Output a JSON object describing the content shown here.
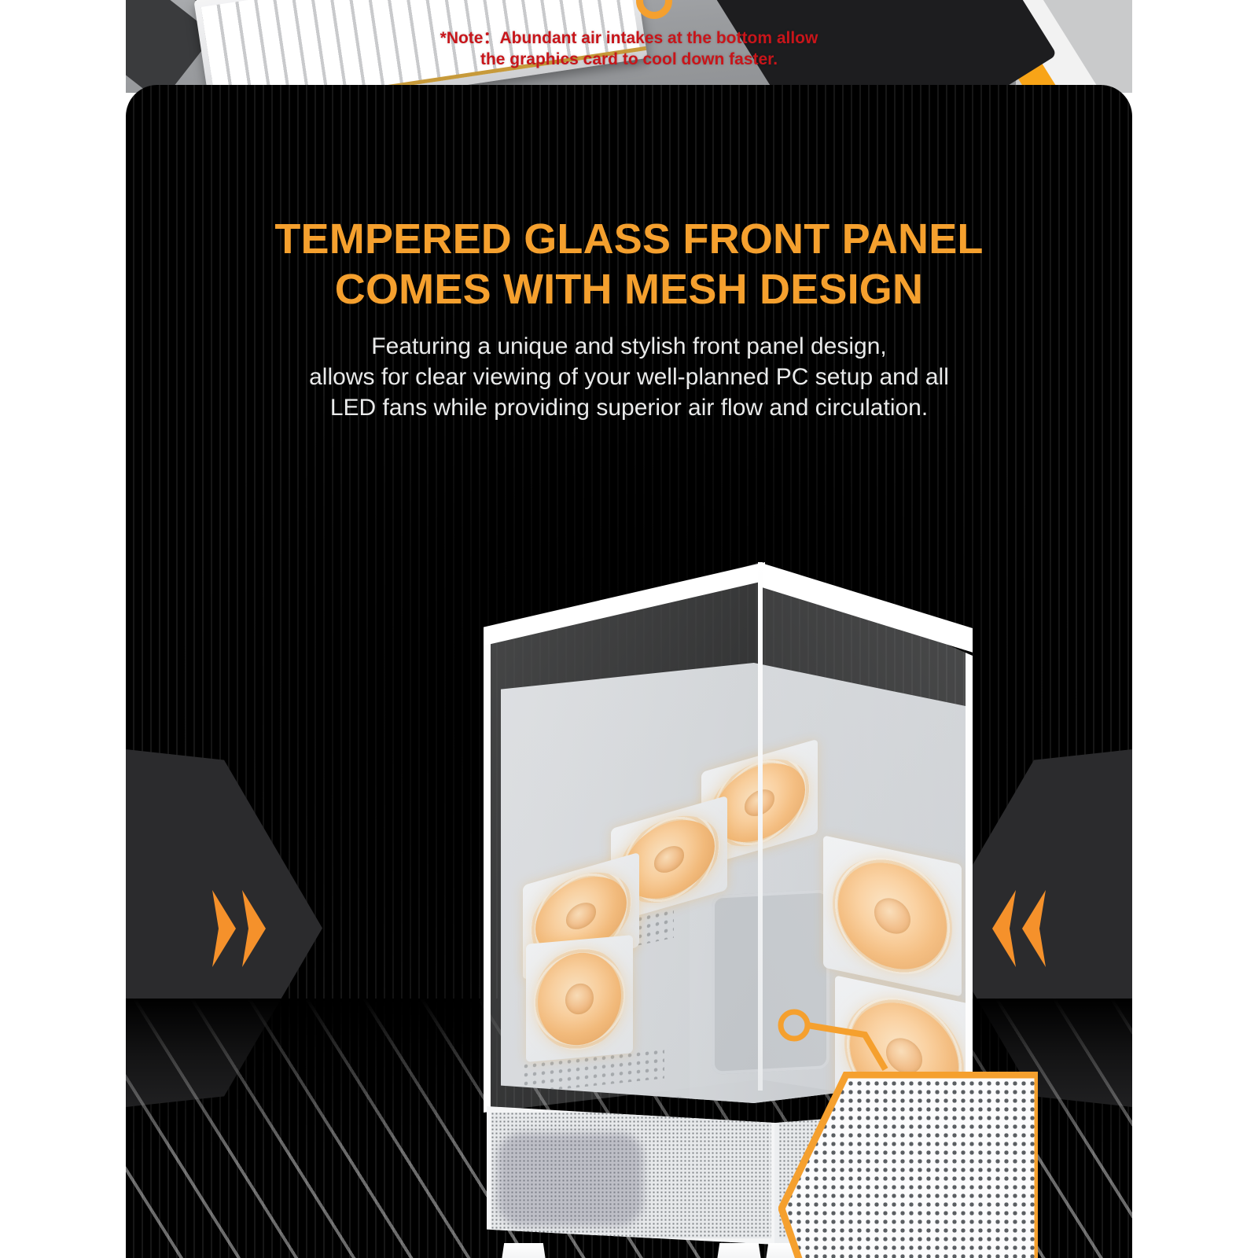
{
  "page": {
    "background": "#ffffff",
    "panel_background": "#000000",
    "accent_orange": "#F5A02E",
    "note_red": "#c8151a",
    "body_text_color": "#e9eaea"
  },
  "top_strip": {
    "note_line1": "*Note：Abundant air intakes at the bottom allow",
    "note_line2": "the graphics card to cool down faster.",
    "scene_items": [
      "white-mechanical-keyboard",
      "black-monitor-stand",
      "grey-desk-surface",
      "white-pc-case-with-orange-accent"
    ]
  },
  "copy": {
    "headline_line1": "TEMPERED GLASS FRONT PANEL",
    "headline_line2": "COMES WITH MESH DESIGN",
    "body_line1": "Featuring a unique and stylish front panel design,",
    "body_line2": "allows for clear viewing of your well-planned PC setup and all",
    "body_line3": "LED fans while providing superior air flow and circulation."
  },
  "badges": {
    "left": {
      "name": "left-chevron-badge",
      "direction": "right",
      "chevron_count": 2
    },
    "right": {
      "name": "right-chevron-badge",
      "direction": "left",
      "chevron_count": 2
    }
  },
  "product": {
    "name": "white-mid-tower-pc-case",
    "color": "white",
    "panel_type": "wrap-around tempered glass",
    "top_fans": 3,
    "side_fans": 2,
    "rear_fans": 1,
    "led_color": "orange",
    "bottom_panel": "perforated mesh intake"
  },
  "callout": {
    "name": "mesh-magnifier-callout",
    "shape": "hexagon",
    "border_color": "#F5A02E",
    "subject": "perforated-mesh-detail"
  }
}
